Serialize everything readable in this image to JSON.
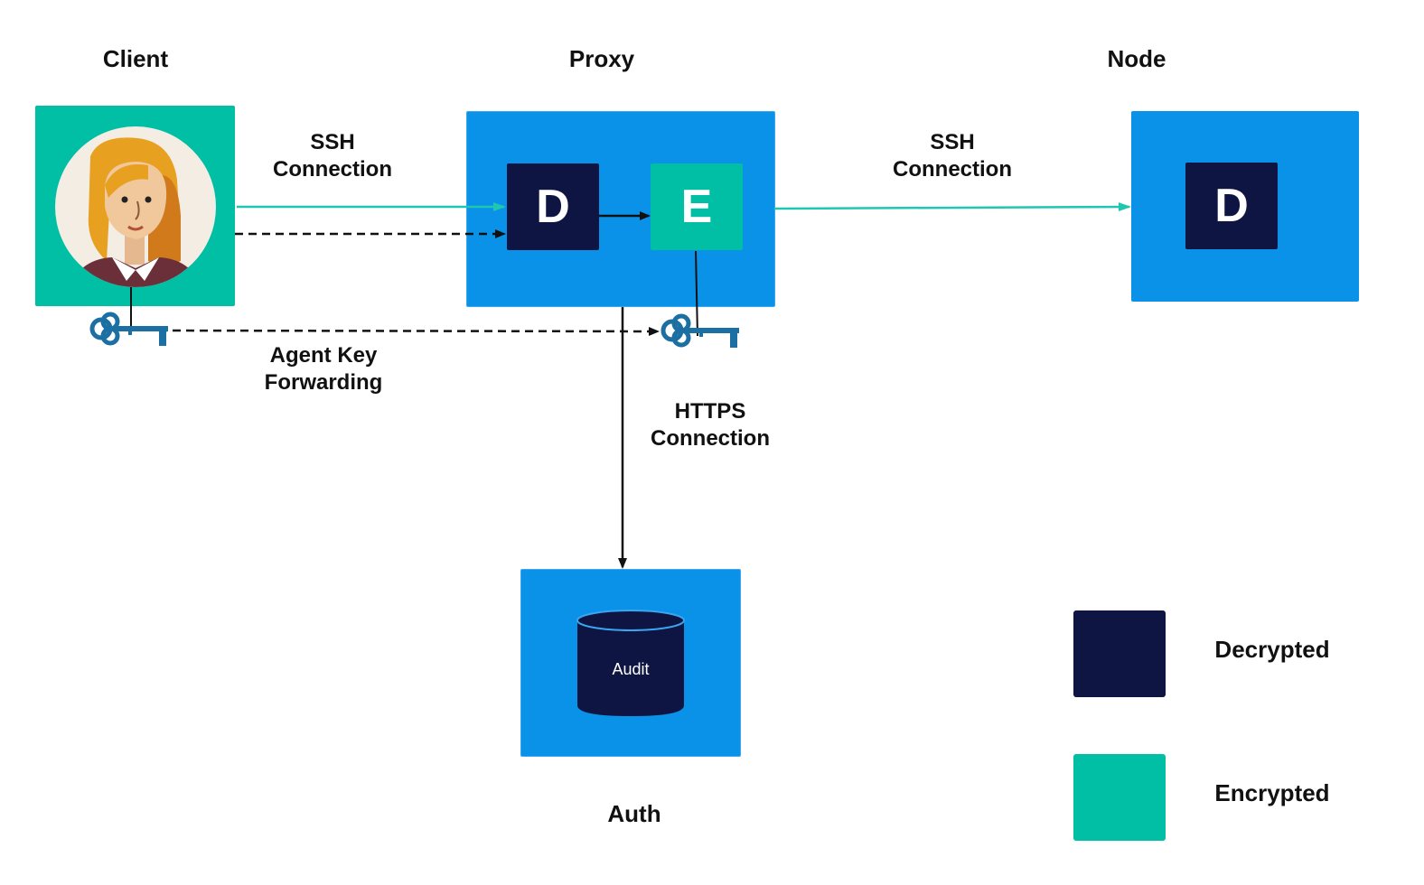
{
  "colors": {
    "decrypted": "#0f1542",
    "encrypted": "#00bfa5",
    "host_box": "#0a91e8",
    "client_box": "#00bfa5",
    "line_black": "#111111",
    "line_teal": "#1fc6b1",
    "key": "#1c6fa3"
  },
  "headings": {
    "client": "Client",
    "proxy": "Proxy",
    "node": "Node",
    "auth": "Auth"
  },
  "proxy": {
    "decrypt_letter": "D",
    "encrypt_letter": "E"
  },
  "node": {
    "decrypt_letter": "D"
  },
  "auth": {
    "db_label": "Audit"
  },
  "connections": {
    "client_ssh": [
      "SSH",
      "Connection"
    ],
    "node_ssh": [
      "SSH",
      "Connection"
    ],
    "agent_forwarding": [
      "Agent Key",
      "Forwarding"
    ],
    "https": [
      "HTTPS",
      "Connection"
    ]
  },
  "legend": {
    "decrypted": "Decrypted",
    "encrypted": "Encrypted"
  },
  "icons": {
    "client_avatar": "woman-avatar-icon",
    "client_key": "key-icon",
    "proxy_key": "key-icon",
    "database": "database-icon"
  }
}
